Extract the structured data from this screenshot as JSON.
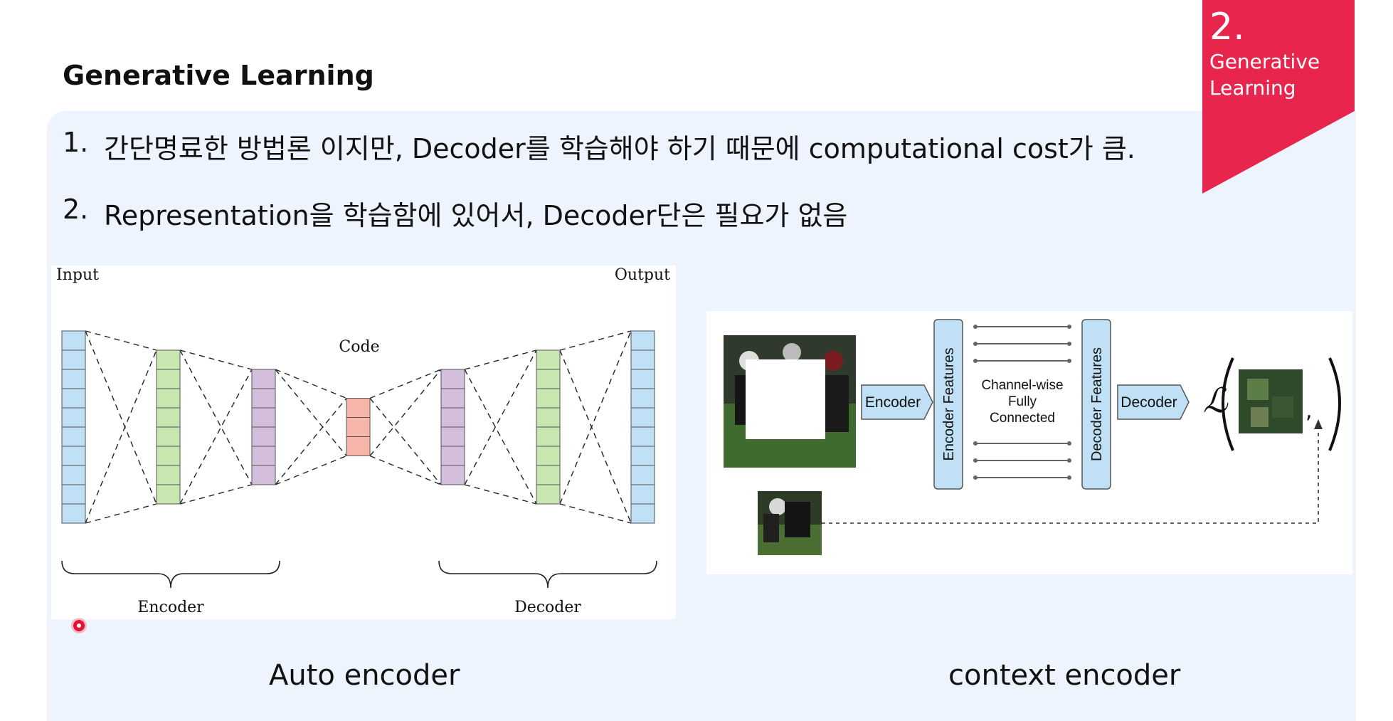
{
  "page": {
    "heading": "Generative Learning",
    "badge": {
      "number": "2.",
      "label": "Generative Learning"
    }
  },
  "bullets": [
    {
      "num": "1.",
      "text": "간단명료한 방법론 이지만, Decoder를 학습해야 하기 때문에 computational cost가 큼."
    },
    {
      "num": "2.",
      "text": "Representation을 학습함에 있어서, Decoder단은 필요가 없음"
    }
  ],
  "autoencoder_figure": {
    "input_label": "Input",
    "output_label": "Output",
    "code_label": "Code",
    "encoder_label": "Encoder",
    "decoder_label": "Decoder",
    "layer_cells": [
      10,
      8,
      6,
      3,
      6,
      8,
      10
    ],
    "colors": {
      "input": "#bfe0f5",
      "hidden1": "#c8e6b0",
      "hidden2": "#d3bedb",
      "code": "#f6b6aa"
    },
    "caption": "Auto encoder"
  },
  "context_encoder_figure": {
    "encoder_button": "Encoder",
    "encoder_features": "Encoder Features",
    "channel_text": [
      "Channel-wise",
      "Fully",
      "Connected"
    ],
    "decoder_features": "Decoder Features",
    "decoder_button": "Decoder",
    "loss_symbol": "ℒ",
    "caption": "context encoder"
  }
}
